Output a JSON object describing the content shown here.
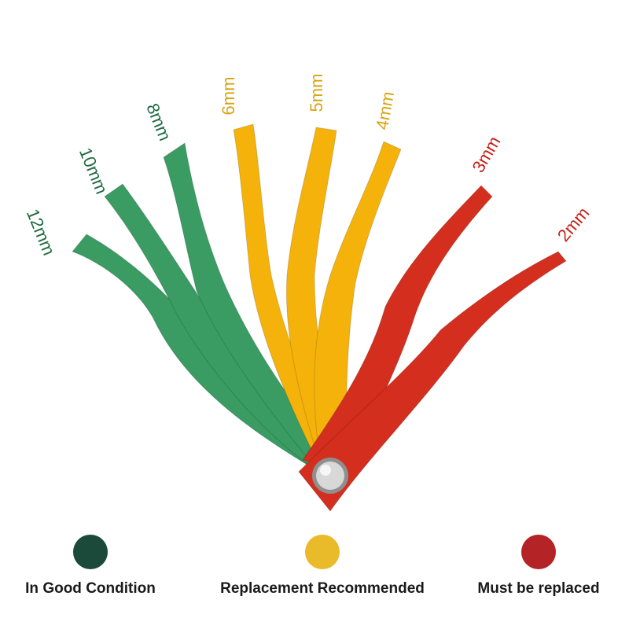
{
  "colors": {
    "green": "#3a9b63",
    "yellow": "#f4b20b",
    "red": "#d42e1f",
    "green_label": "#1f6b3f",
    "yellow_label": "#d9a514",
    "red_label": "#c62016",
    "good_dot": "#1c4a3a",
    "recommended_dot": "#e9bb2a",
    "replaced_dot": "#b42426"
  },
  "gauges": [
    {
      "label": "12mm",
      "color": "green"
    },
    {
      "label": "10mm",
      "color": "green"
    },
    {
      "label": "8mm",
      "color": "green"
    },
    {
      "label": "6mm",
      "color": "yellow"
    },
    {
      "label": "5mm",
      "color": "yellow"
    },
    {
      "label": "4mm",
      "color": "yellow"
    },
    {
      "label": "3mm",
      "color": "red"
    },
    {
      "label": "2mm",
      "color": "red"
    }
  ],
  "legend": [
    {
      "text": "In Good Condition",
      "color": "good_dot"
    },
    {
      "text": "Replacement Recommended",
      "color": "recommended_dot"
    },
    {
      "text": "Must be replaced",
      "color": "replaced_dot"
    }
  ]
}
